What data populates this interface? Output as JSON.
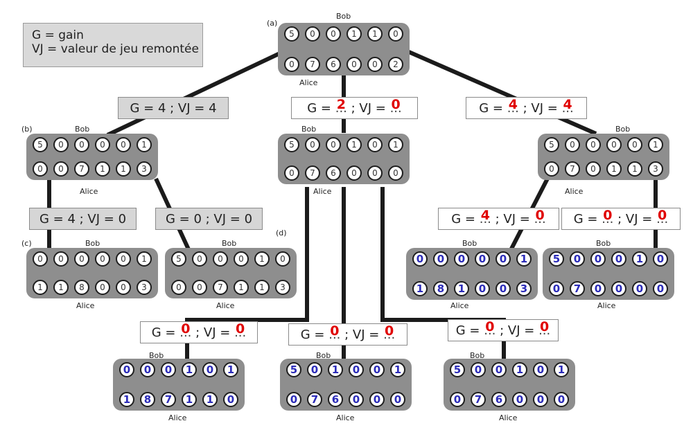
{
  "legend": {
    "line1": "G = gain",
    "line2": "VJ = valeur de jeu remontée"
  },
  "player_top": "Bob",
  "player_bottom": "Alice",
  "placeholder": "...",
  "node_labels": {
    "a": "(a)",
    "b": "(b)",
    "c": "(c)",
    "d": "(d)"
  },
  "edge_labels": [
    {
      "id": "e1",
      "style": "grey",
      "g": "4",
      "vj": "4",
      "g_filled": false,
      "vj_filled": false
    },
    {
      "id": "e2",
      "style": "white",
      "g": "2",
      "vj": "0",
      "g_filled": true,
      "vj_filled": true
    },
    {
      "id": "e3",
      "style": "white",
      "g": "4",
      "vj": "4",
      "g_filled": true,
      "vj_filled": true
    },
    {
      "id": "e4",
      "style": "grey",
      "g": "4",
      "vj": "0",
      "g_filled": false,
      "vj_filled": false
    },
    {
      "id": "e5",
      "style": "grey",
      "g": "0",
      "vj": "0",
      "g_filled": false,
      "vj_filled": false
    },
    {
      "id": "e6",
      "style": "white",
      "g": "4",
      "vj": "0",
      "g_filled": true,
      "vj_filled": true
    },
    {
      "id": "e7",
      "style": "white",
      "g": "0",
      "vj": "0",
      "g_filled": true,
      "vj_filled": true
    },
    {
      "id": "e8",
      "style": "white",
      "g": "0",
      "vj": "0",
      "g_filled": true,
      "vj_filled": true
    },
    {
      "id": "e9",
      "style": "white",
      "g": "0",
      "vj": "0",
      "g_filled": true,
      "vj_filled": true
    },
    {
      "id": "e10",
      "style": "white",
      "g": "0",
      "vj": "0",
      "g_filled": true,
      "vj_filled": true
    }
  ],
  "boards": [
    {
      "id": "a",
      "highlight": false,
      "bob": [
        5,
        0,
        0,
        1,
        1,
        0
      ],
      "alice": [
        0,
        7,
        6,
        0,
        0,
        2
      ]
    },
    {
      "id": "b",
      "highlight": false,
      "bob": [
        5,
        0,
        0,
        0,
        0,
        1
      ],
      "alice": [
        0,
        0,
        7,
        1,
        1,
        3
      ]
    },
    {
      "id": "m",
      "highlight": false,
      "bob": [
        5,
        0,
        0,
        1,
        0,
        1
      ],
      "alice": [
        0,
        7,
        6,
        0,
        0,
        0
      ]
    },
    {
      "id": "r",
      "highlight": false,
      "bob": [
        5,
        0,
        0,
        0,
        0,
        1
      ],
      "alice": [
        0,
        7,
        0,
        1,
        1,
        3
      ]
    },
    {
      "id": "c",
      "highlight": false,
      "bob": [
        0,
        0,
        0,
        0,
        0,
        1
      ],
      "alice": [
        1,
        1,
        8,
        0,
        0,
        3
      ]
    },
    {
      "id": "d",
      "highlight": false,
      "bob": [
        5,
        0,
        0,
        0,
        1,
        0
      ],
      "alice": [
        0,
        0,
        7,
        1,
        1,
        3
      ]
    },
    {
      "id": "rl",
      "highlight": true,
      "bob": [
        0,
        0,
        0,
        0,
        0,
        1
      ],
      "alice": [
        1,
        8,
        1,
        0,
        0,
        3
      ]
    },
    {
      "id": "rr",
      "highlight": true,
      "bob": [
        5,
        0,
        0,
        0,
        1,
        0
      ],
      "alice": [
        0,
        7,
        0,
        0,
        0,
        0
      ]
    },
    {
      "id": "ml",
      "highlight": true,
      "bob": [
        0,
        0,
        0,
        1,
        0,
        1
      ],
      "alice": [
        1,
        8,
        7,
        1,
        1,
        0
      ]
    },
    {
      "id": "mm",
      "highlight": true,
      "bob": [
        5,
        0,
        1,
        0,
        0,
        1
      ],
      "alice": [
        0,
        7,
        6,
        0,
        0,
        0
      ]
    },
    {
      "id": "mr",
      "highlight": true,
      "bob": [
        5,
        0,
        0,
        1,
        0,
        1
      ],
      "alice": [
        0,
        7,
        6,
        0,
        0,
        0
      ]
    }
  ]
}
